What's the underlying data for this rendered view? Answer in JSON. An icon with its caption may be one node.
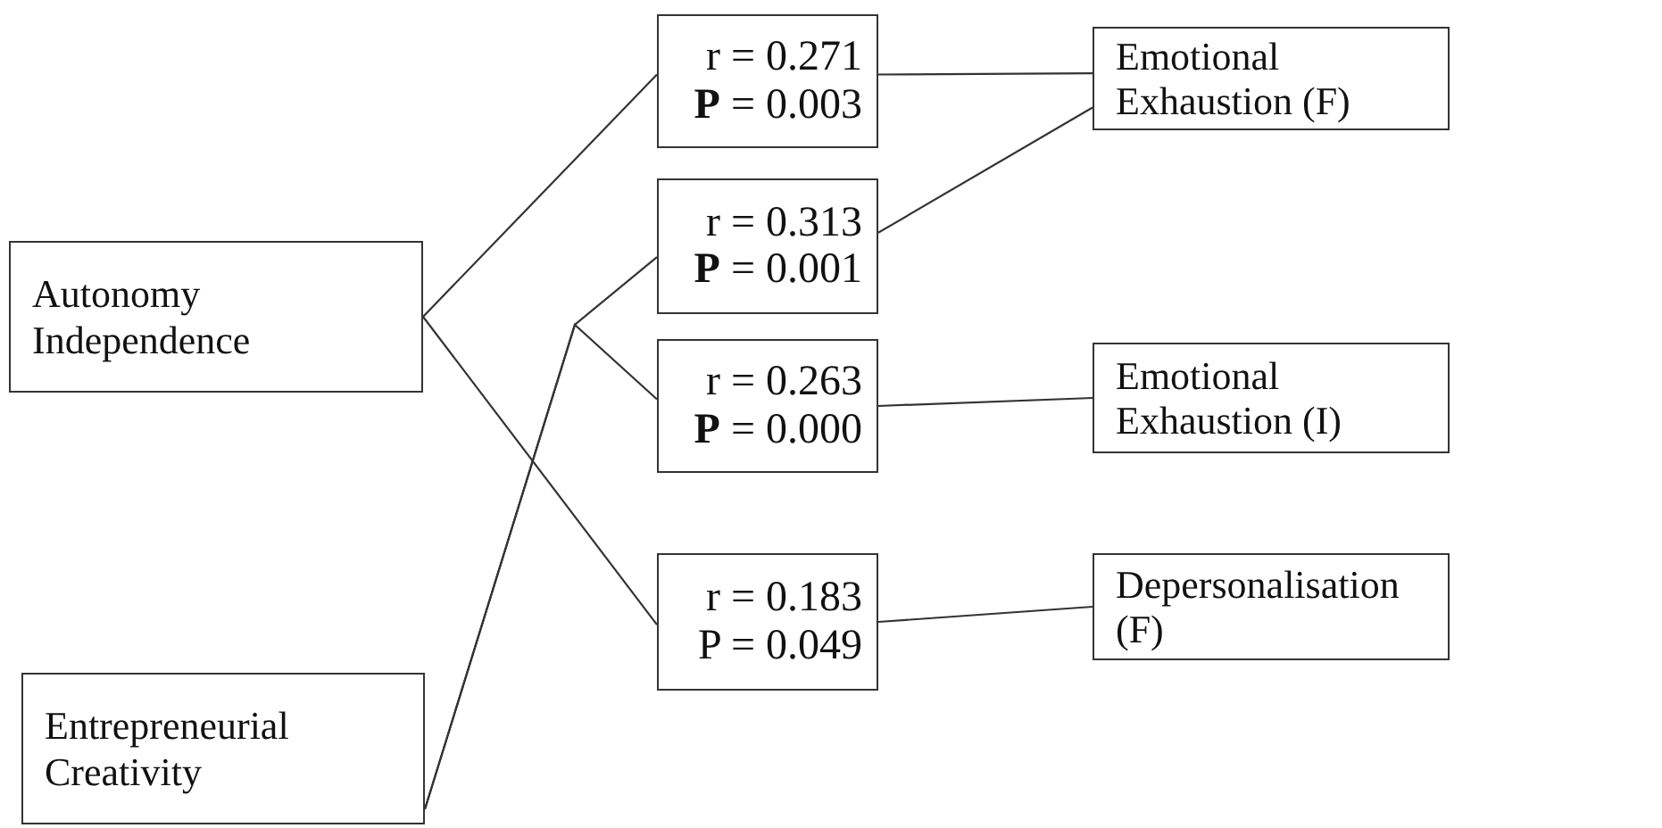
{
  "diagram": {
    "nodes": [
      {
        "text": [
          "Autonomy Independence"
        ]
      },
      {
        "text": [
          "Entrepreneurial Creativity"
        ]
      },
      {
        "text": [
          "r = 0.271",
          "**P** = 0.003"
        ]
      },
      {
        "text": [
          "r = 0.313",
          "**P** = 0.001"
        ]
      },
      {
        "text": [
          "r = 0.263",
          "**P** = 0.000"
        ]
      },
      {
        "text": [
          "r = 0.183",
          "P = 0.049"
        ]
      },
      {
        "text": [
          "Emotional Exhaustion (F)"
        ]
      },
      {
        "text": [
          "Emotional Exhaustion (I)"
        ]
      },
      {
        "text": [
          "Depersonalisation (F)"
        ]
      }
    ],
    "edges": [
      {
        "from": 0,
        "to": 2,
        "arrow": "none"
      },
      {
        "from": 0,
        "to": 5,
        "arrow": "none"
      },
      {
        "from": 1,
        "to": 3,
        "arrow": "none"
      },
      {
        "from": 1,
        "to": 4,
        "arrow": "none"
      },
      {
        "from": 2,
        "to": 6,
        "arrow": "none"
      },
      {
        "from": 3,
        "to": 6,
        "arrow": "none"
      },
      {
        "from": 4,
        "to": 7,
        "arrow": "none"
      },
      {
        "from": 5,
        "to": 8,
        "arrow": "none"
      }
    ]
  }
}
